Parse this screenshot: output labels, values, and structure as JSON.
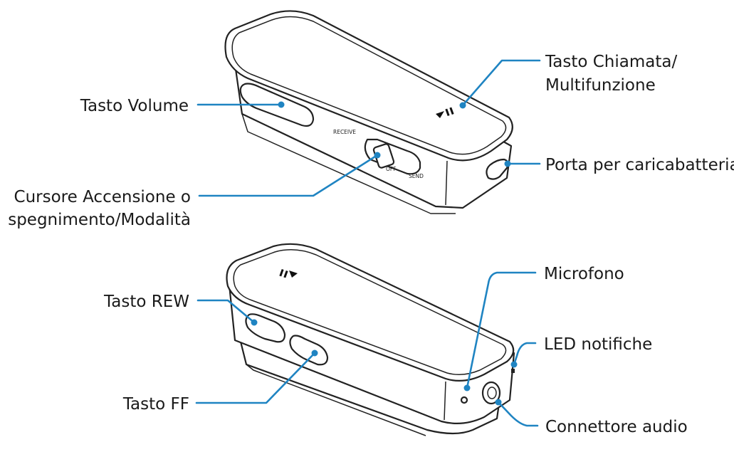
{
  "labels": {
    "tasto_volume": "Tasto Volume",
    "tasto_chiamata_1": "Tasto Chiamata/",
    "tasto_chiamata_2": "Multifunzione",
    "porta_caricabatteria": "Porta per caricabatteria",
    "cursore_1": "Cursore Accensione o",
    "cursore_2": "spegnimento/Modalità",
    "tasto_rew": "Tasto REW",
    "tasto_ff": "Tasto FF",
    "microfono": "Microfono",
    "led_notifiche": "LED notifiche",
    "connettore_audio": "Connettore audio"
  },
  "device_text": {
    "receive": "RECEIVE",
    "off": "OFF",
    "send": "SEND"
  },
  "icons": {
    "play_pause": "play-pause-icon"
  },
  "colors": {
    "leader_line": "#1f84c2",
    "outline": "#222222",
    "text": "#1a1a1a"
  }
}
